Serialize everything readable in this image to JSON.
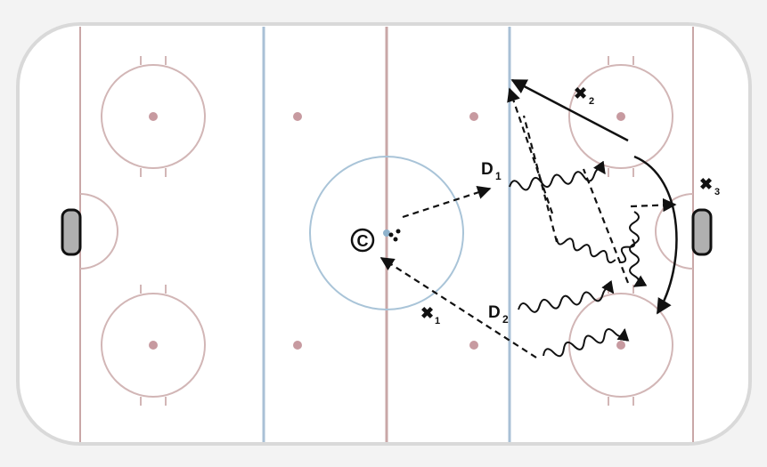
{
  "diagram": {
    "players": {
      "coach": "C",
      "d1": {
        "letter": "D",
        "sub": "1"
      },
      "d2": {
        "letter": "D",
        "sub": "2"
      },
      "x1": {
        "mark": "✖",
        "sub": "1"
      },
      "x2": {
        "mark": "✖",
        "sub": "2"
      },
      "x3": {
        "mark": "✖",
        "sub": "3"
      }
    },
    "colors": {
      "rink_fill": "#ffffff",
      "board": "#d9d9d9",
      "red_line": "#c9a7a7",
      "blue_line": "#a9c0d6",
      "circle": "#d2b6b6",
      "center_circle": "#a9c4d8",
      "dot": "#c79aa0",
      "ink": "#111111",
      "net": "#b0b0b0"
    },
    "icons": [
      "coach-icon",
      "puck-icon",
      "net-icon",
      "opponent-x-icon"
    ]
  }
}
